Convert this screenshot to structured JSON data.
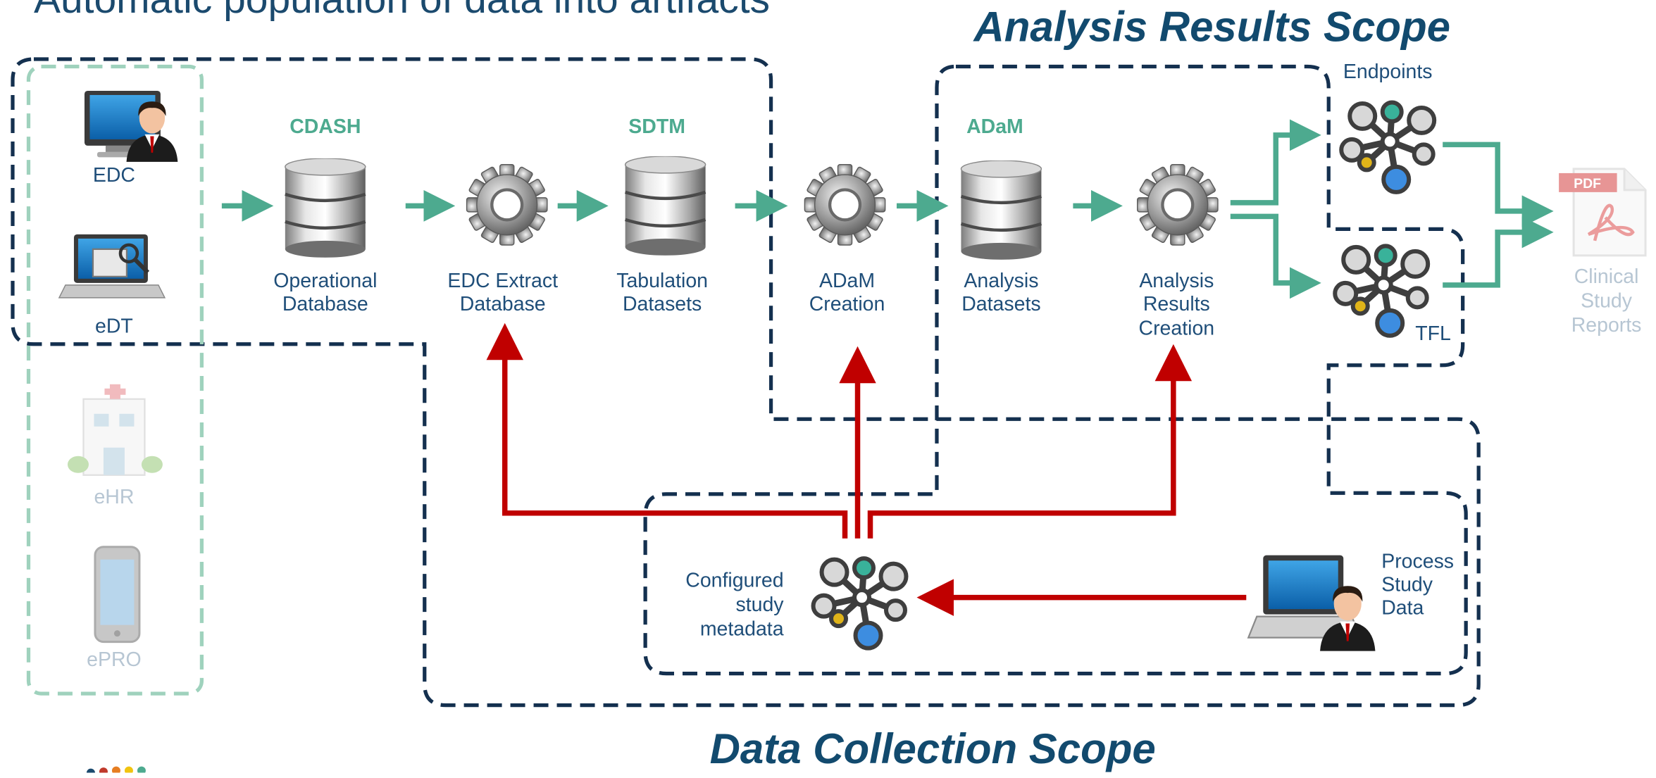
{
  "header": {
    "title": "Automatic population of data into artifacts"
  },
  "scopes": {
    "analysis_results": "Analysis Results Scope",
    "data_collection": "Data Collection Scope"
  },
  "sources": {
    "edc": "EDC",
    "edt": "eDT",
    "ehr": "eHR",
    "epro": "ePRO"
  },
  "standards": {
    "cdash": "CDASH",
    "sdtm": "SDTM",
    "adam": "ADaM"
  },
  "nodes": {
    "operational_db": [
      "Operational",
      "Database"
    ],
    "edc_extract_db": [
      "EDC Extract",
      "Database"
    ],
    "tabulation_datasets": [
      "Tabulation",
      "Datasets"
    ],
    "adam_creation": [
      "ADaM",
      "Creation"
    ],
    "analysis_datasets": [
      "Analysis",
      "Datasets"
    ],
    "analysis_results_creation": [
      "Analysis",
      "Results",
      "Creation"
    ],
    "endpoints": "Endpoints",
    "tfl": "TFL",
    "clinical_study_reports": [
      "Clinical",
      "Study",
      "Reports"
    ],
    "configured_study_metadata": [
      "Configured",
      "study",
      "metadata"
    ],
    "process_study_data": [
      "Process",
      "Study",
      "Data"
    ],
    "pdf_badge": "PDF"
  },
  "colors": {
    "dark_navy": "#14304f",
    "title_blue": "#1b4a6e",
    "label_blue": "#1f4e79",
    "teal": "#4daa8f",
    "red": "#c00000",
    "faded_label": "#b7c6d3",
    "faded_border": "#9fd2bd"
  }
}
